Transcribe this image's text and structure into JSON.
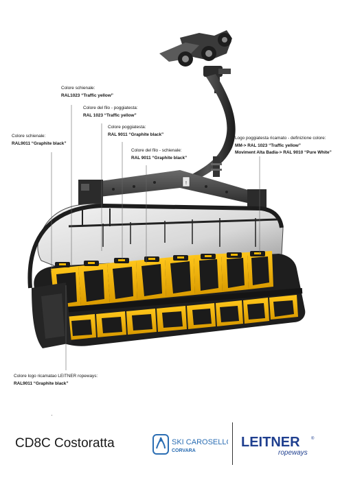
{
  "callouts": [
    {
      "id": "backrest-color-1",
      "title": "Colore schienale:",
      "value": "RAL1023 “Traffic yellow”"
    },
    {
      "id": "thread-headrest",
      "title": "Colore del filo - poggiatesta:",
      "value": "RAL 1023 “Traffic yellow”"
    },
    {
      "id": "headrest-color",
      "title": "Colore poggiatesta:",
      "value": "RAL 9011 “Graphite black”"
    },
    {
      "id": "backrest-color-2",
      "title": "Colore schienale:",
      "value": "RAL9011 “Graphite black”"
    },
    {
      "id": "thread-backrest",
      "title": "Colore del filo - schienale:",
      "value": "RAL 9011 “Graphite black”"
    },
    {
      "id": "logo-headrest",
      "title": "Logo poggiatesta ricamato - definizione colore:",
      "value_lines": [
        "MM-> RAL 1023 “Traffic yellow”",
        "Moviment Alta Badia-> RAL 9010 “Pure White”"
      ]
    },
    {
      "id": "leitner-logo-color",
      "title": "Colore logo ricamatao LEITNER ropeways:",
      "value": "RAL9011 “Graphite black”"
    }
  ],
  "footer": {
    "product_name": "CD8C Costoratta",
    "ski_logo_line1": "SKI CAROSELLO",
    "ski_logo_line2": "CORVARA",
    "leitner_wordmark": "LEITNER",
    "leitner_sub": "ropeways",
    "registered": "®"
  },
  "colors": {
    "seat_yellow": "#f2b700",
    "seat_black": "#1b1b1b",
    "frame_dark": "#2a2a2a",
    "hanger_grey": "#3a3a3a",
    "ski_logo_blue": "#2a6db3",
    "leitner_blue": "#1f3f8f"
  },
  "icons": [
    "chairlift-illustration",
    "ski-carosello-logo",
    "leitner-logo"
  ]
}
